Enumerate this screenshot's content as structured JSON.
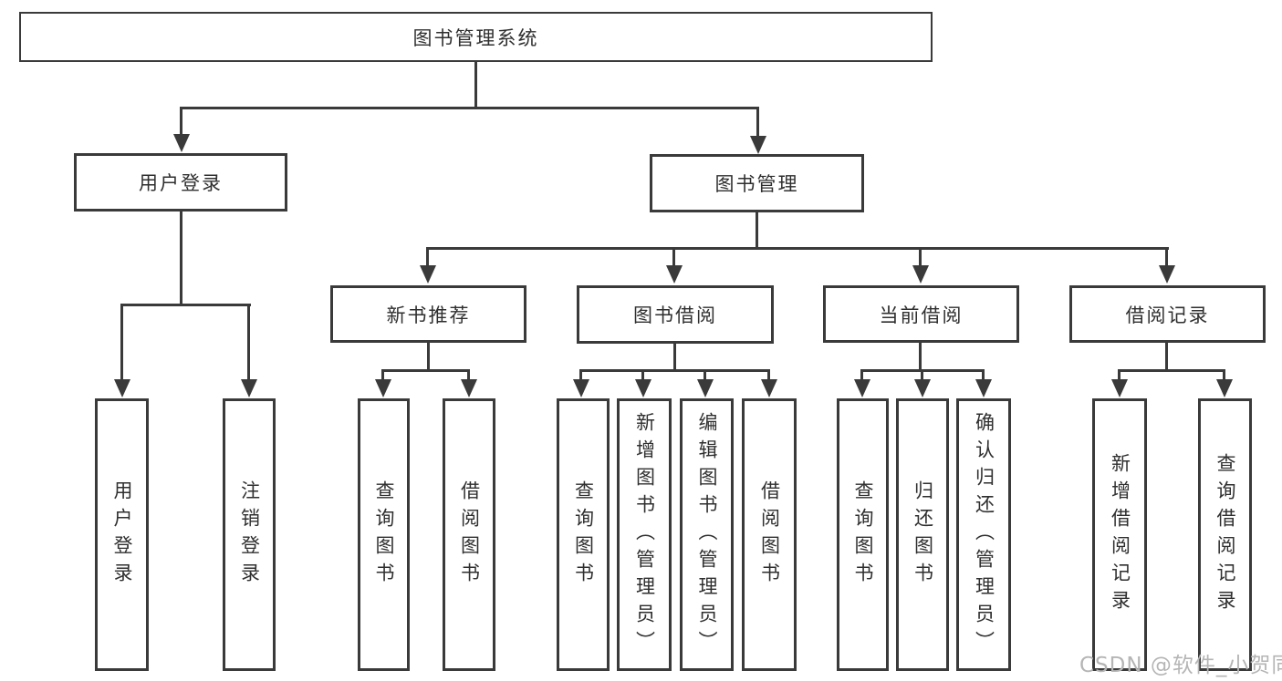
{
  "title_node": {
    "label": "图书管理系统"
  },
  "branches": {
    "user_login": {
      "label": "用户登录",
      "children": [
        {
          "label": "用户登录"
        },
        {
          "label": "注销登录"
        }
      ]
    },
    "book_management": {
      "label": "图书管理",
      "children": [
        {
          "label": "新书推荐",
          "children": [
            {
              "label": "查询图书"
            },
            {
              "label": "借阅图书"
            }
          ]
        },
        {
          "label": "图书借阅",
          "children": [
            {
              "label": "查询图书"
            },
            {
              "label": "新增图书（管理员）"
            },
            {
              "label": "编辑图书（管理员）"
            },
            {
              "label": "借阅图书"
            }
          ]
        },
        {
          "label": "当前借阅",
          "children": [
            {
              "label": "查询图书"
            },
            {
              "label": "归还图书"
            },
            {
              "label": "确认归还（管理员）"
            }
          ]
        },
        {
          "label": "借阅记录",
          "children": [
            {
              "label": "新增借阅记录"
            },
            {
              "label": "查询借阅记录"
            }
          ]
        }
      ]
    }
  },
  "watermark": "CSDN @软件_小贺同学",
  "colors": {
    "line": "#3a3a3a",
    "text": "#2f2f2f",
    "watermark": "#b5b5b5",
    "background": "#ffffff"
  }
}
